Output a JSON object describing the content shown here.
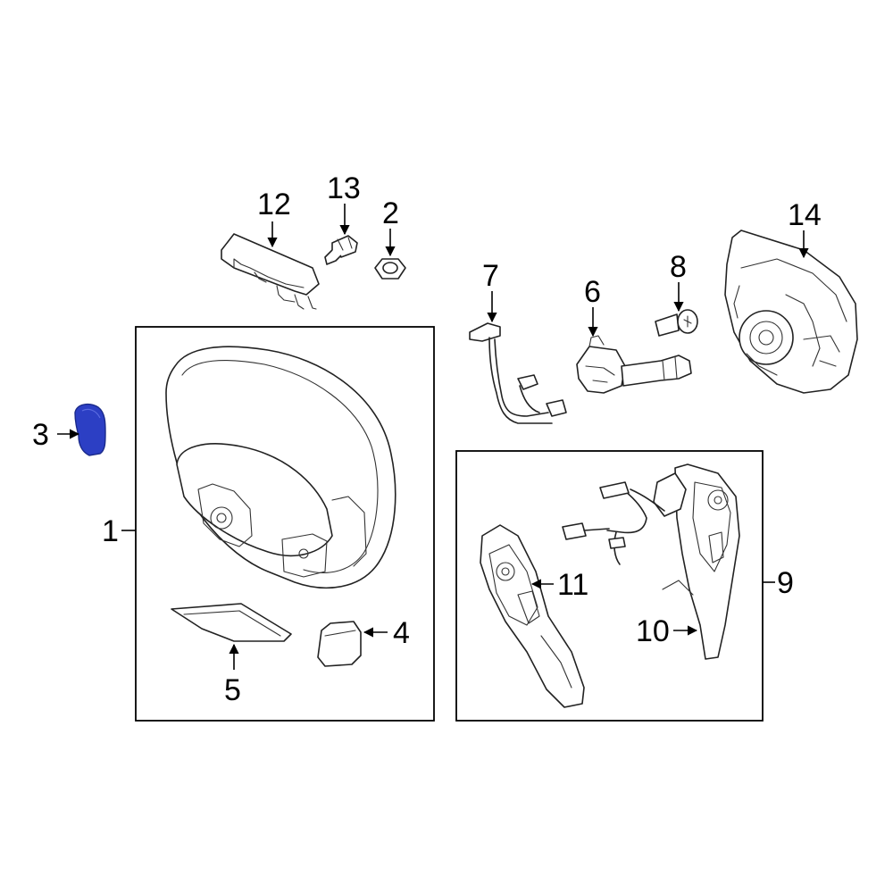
{
  "callouts": {
    "c1": "1",
    "c2": "2",
    "c3": "3",
    "c4": "4",
    "c5": "5",
    "c6": "6",
    "c7": "7",
    "c8": "8",
    "c9": "9",
    "c10": "10",
    "c11": "11",
    "c12": "12",
    "c13": "13",
    "c14": "14"
  },
  "colors": {
    "highlight": "#2c3fc4",
    "line": "#222222",
    "background": "#ffffff"
  },
  "highlighted_part": "3"
}
